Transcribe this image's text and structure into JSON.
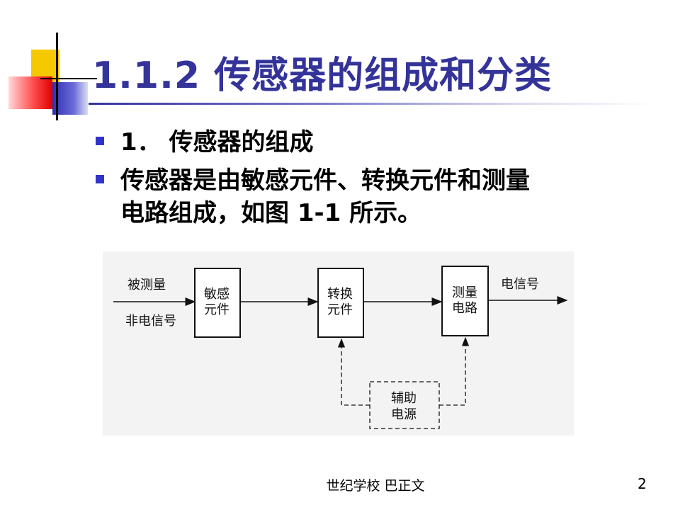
{
  "slide": {
    "title": "1.1.2   传感器的组成和分类",
    "bullets": [
      {
        "number": "1．",
        "text": "传感器的组成"
      },
      {
        "text_line1": "传感器是由敏感元件、转换元件和测量",
        "text_line2_a": "电路组成，如图 ",
        "text_line2_b": "1-1",
        "text_line2_c": " 所示。"
      }
    ],
    "footer": "世纪学校  巴正文",
    "page_number": "2"
  },
  "diagram": {
    "input_label_top": "被测量",
    "input_label_bottom": "非电信号",
    "box1": [
      "敏感",
      "元件"
    ],
    "box2": [
      "转换",
      "元件"
    ],
    "box3": [
      "测量",
      "电路"
    ],
    "aux_box": [
      "辅助",
      "电源"
    ],
    "output_label": "电信号"
  },
  "colors": {
    "title": "#333399",
    "bullet_marker": "#3333cc"
  }
}
